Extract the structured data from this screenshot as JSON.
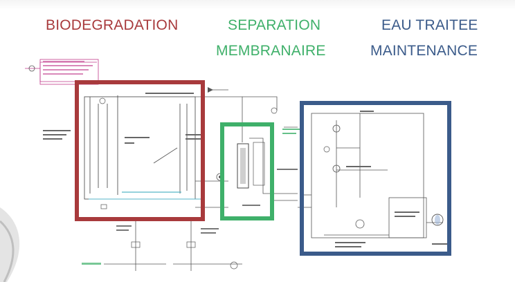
{
  "headings": {
    "biodegradation": "BIODEGRADATION",
    "separation": "SEPARATION",
    "membranaire": "MEMBRANAIRE",
    "eau_traitee": "EAU TRAITEE",
    "maintenance": "MAINTENANCE"
  },
  "colors": {
    "biodegradation": "#a83a3c",
    "separation": "#3fb06a",
    "eau_traitee": "#3b5b8a",
    "piping": "#444444",
    "sludge_line": "#c0398a",
    "water_level": "#56b6c8"
  }
}
